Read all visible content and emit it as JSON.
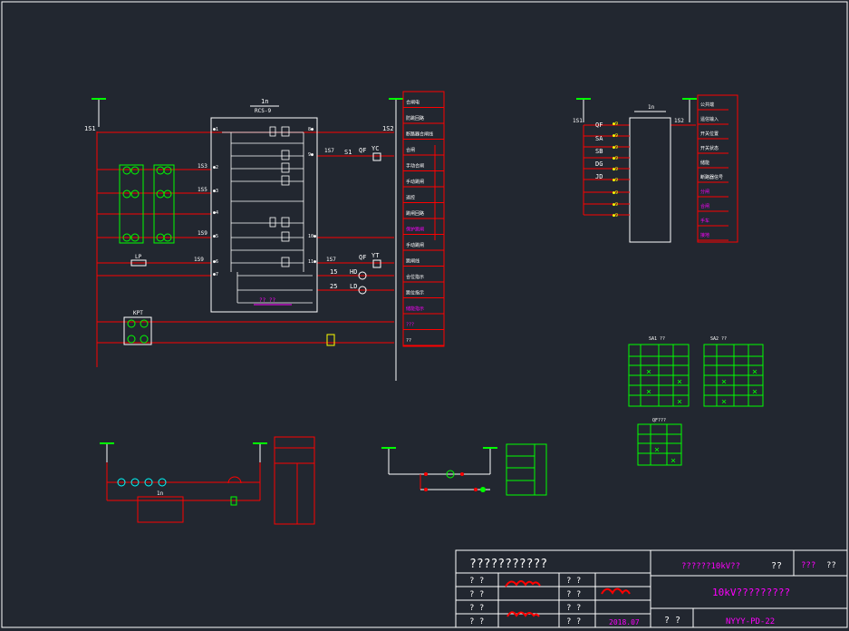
{
  "colors": {
    "background": "#222730",
    "frame": "#ffffff",
    "wire": "#ff0000",
    "device": "#ffffff",
    "green": "#00ff00",
    "yellow": "#ffff00",
    "magenta": "#ff00ff",
    "cyan": "#00ffff"
  },
  "main_circuit": {
    "label_left": "1S1",
    "label_right": "1S2",
    "device_title": "1n",
    "device_subtitle": "RCS-9",
    "terminals_left": [
      "1S3",
      "1S5",
      "1S9",
      "1S9"
    ],
    "s1_label": "S1",
    "qf_label_top": "QF",
    "yc_label": "YC",
    "qf_label_bottom": "QF",
    "yt_label": "YT",
    "hd_label": "HD",
    "ld_label": "LD",
    "terminal_15": "15",
    "terminal_25": "25",
    "lp_label": "LP",
    "kpt_label": "KPT",
    "right_legend": [
      "合闸电",
      "防跳回路",
      "断路器合闸线",
      "合闸",
      "手动合闸",
      "手动跳闸",
      "遥控",
      "跳闸回路",
      "保护跳闸",
      "手动跳闸",
      "跳闸线",
      "合位指示",
      "跳位指示",
      "储能指示",
      "???",
      "??"
    ]
  },
  "input_circuit": {
    "label_left": "1S1",
    "label_right": "1S2",
    "device_title": "1n",
    "labels_left": [
      "QF",
      "SA",
      "SB",
      "DG",
      "JD"
    ],
    "right_legend": [
      "公共端",
      "遥信输入",
      "开关位置",
      "开关状态",
      "储能",
      "断路器信号",
      "分闸",
      "合闸",
      "手车",
      "接地"
    ]
  },
  "tables": [
    {
      "title": "SA1 ?? "
    },
    {
      "title": "SA2 ?? "
    },
    {
      "title": "QF??? "
    }
  ],
  "title_block": {
    "project": "???????????",
    "drawing_title_top": "??????10kV??",
    "check_mark": "??",
    "scale_label": "???",
    "sheet_label": "??",
    "drawing_name": "10kV?????????",
    "date": "2018.07",
    "drawing_no": "NYYY-PD-22",
    "qq1": "? ?",
    "qq2": "? ?",
    "qq3": "? ?",
    "qq4": "? ?",
    "qq5": "? ?",
    "qq6": "? ?",
    "qq7": "? ?",
    "qq8": "? ?",
    "qq9": "? ?"
  }
}
